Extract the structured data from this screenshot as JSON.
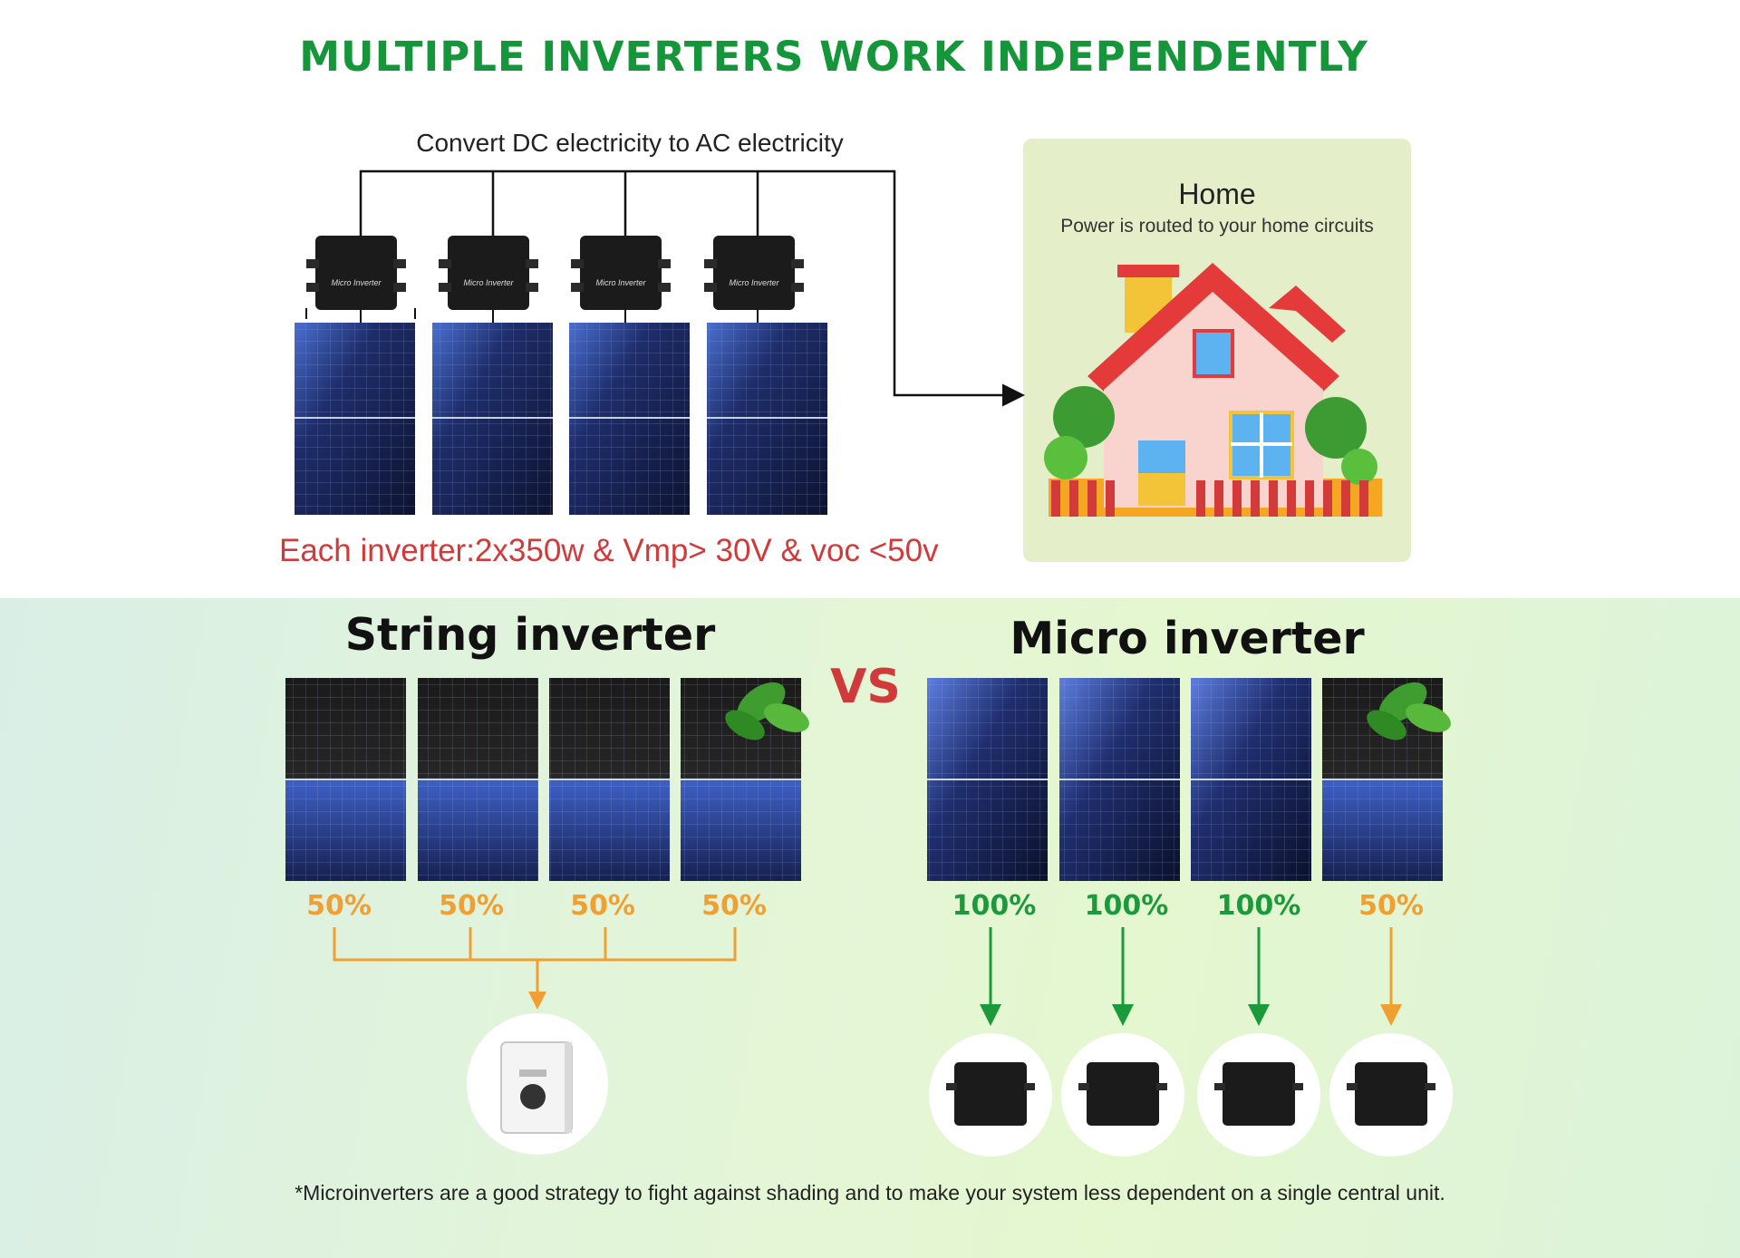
{
  "title": "MULTIPLE INVERTERS WORK INDEPENDENTLY",
  "top_diagram": {
    "caption": "Convert DC electricity to AC electricity",
    "spec": "Each inverter:2x350w & Vmp> 30V & voc <50v",
    "device_label": "Micro Inverter",
    "home": {
      "title": "Home",
      "subtitle": "Power is routed to your home circuits"
    }
  },
  "comparison": {
    "vs": "VS",
    "string": {
      "title": "String inverter",
      "outputs": [
        "50%",
        "50%",
        "50%",
        "50%"
      ]
    },
    "micro": {
      "title": "Micro inverter",
      "outputs": [
        "100%",
        "100%",
        "100%",
        "50%"
      ]
    }
  },
  "footnote": "*Microinverters are a good strategy to fight against shading and to make your system less dependent on a single central unit.",
  "colors": {
    "title_green": "#16963a",
    "accent_red": "#d13a3a",
    "orange": "#f0a033",
    "green": "#1b9a3c"
  }
}
